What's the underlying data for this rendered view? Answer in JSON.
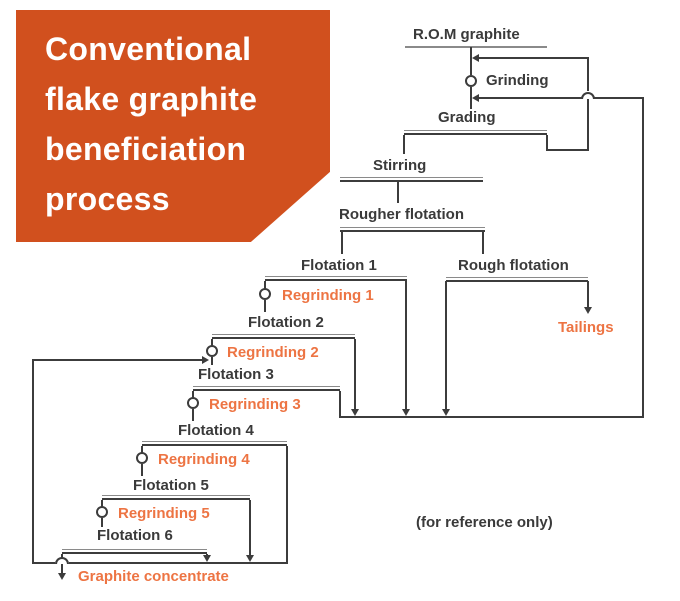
{
  "banner": {
    "line1": "Conventional",
    "line2": "flake graphite",
    "line3": "beneficiation",
    "line4": "process"
  },
  "colors": {
    "banner_bg": "#d1501e",
    "banner_text": "#ffffff",
    "line_dark": "#3c3c3c",
    "line_light": "#8a8a8a",
    "accent_orange": "#ed7443",
    "label_text": "#3a3a3a"
  },
  "nodes": {
    "rom": "R.O.M graphite",
    "grinding": "Grinding",
    "grading": "Grading",
    "stirring": "Stirring",
    "rougher_flotation": "Rougher flotation",
    "flotation_1": "Flotation 1",
    "regrinding_1": "Regrinding 1",
    "flotation_2": "Flotation 2",
    "regrinding_2": "Regrinding 2",
    "flotation_3": "Flotation 3",
    "regrinding_3": "Regrinding 3",
    "flotation_4": "Flotation 4",
    "regrinding_4": "Regrinding 4",
    "flotation_5": "Flotation 5",
    "regrinding_5": "Regrinding 5",
    "flotation_6": "Flotation 6",
    "rough_flotation": "Rough flotation",
    "tailings": "Tailings",
    "graphite_concentrate": "Graphite concentrate",
    "reference_note": "(for reference only)"
  }
}
